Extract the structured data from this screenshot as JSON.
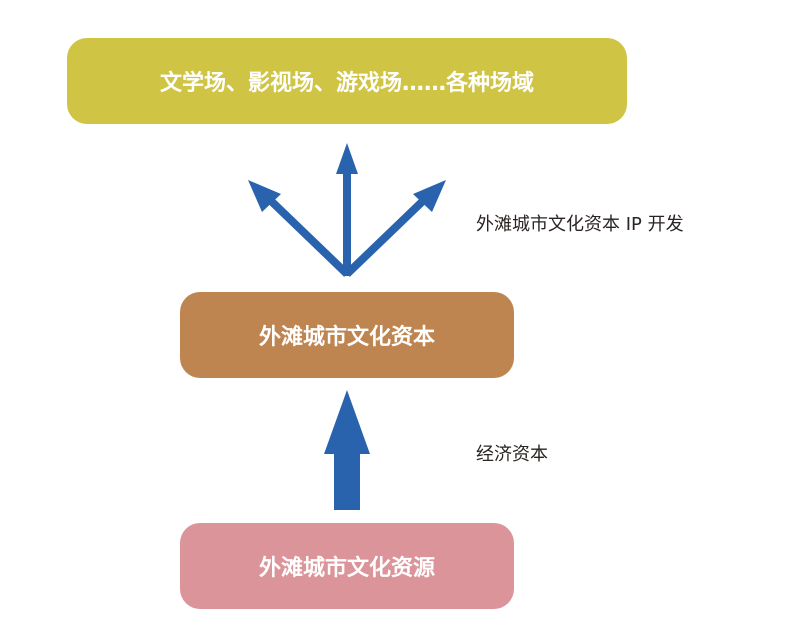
{
  "boxes": {
    "top": "文学场、影视场、游戏场……各种场域",
    "middle": "外滩城市文化资本",
    "bottom": "外滩城市文化资源"
  },
  "labels": {
    "ip_development": "外滩城市文化资本 IP 开发",
    "economic_capital": "经济资本"
  },
  "colors": {
    "arrow": "#2a63ad",
    "top": "#cfc444",
    "middle": "#bf8550",
    "bottom": "#db9499"
  }
}
